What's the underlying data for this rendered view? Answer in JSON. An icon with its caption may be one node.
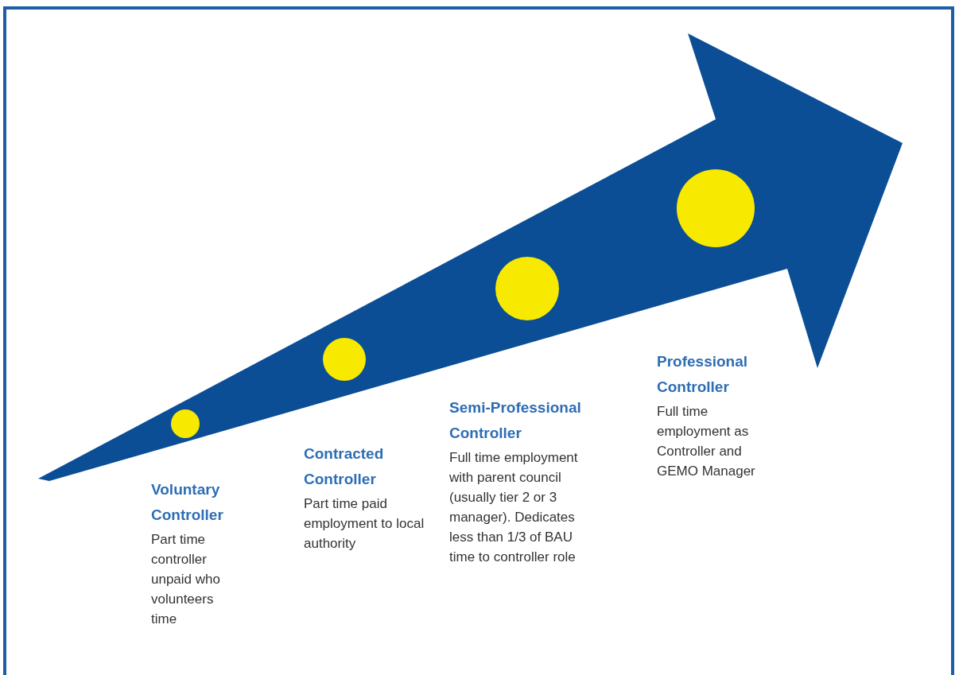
{
  "diagram": {
    "nodes": [
      {
        "text": [],
        "shape": "circle"
      },
      {
        "text": [],
        "shape": "circle"
      },
      {
        "text": [],
        "shape": "circle"
      },
      {
        "text": [],
        "shape": "circle"
      }
    ],
    "edges": [],
    "labels": [
      "Voluntary Controller",
      "Part time controller unpaid who volunteers time",
      "Contracted Controller",
      "Part time paid employment to local authority",
      "Semi-Professional Controller",
      "Full time employment with parent council (usually tier 2 or 3 manager). Dedicates less than 1/3 of BAU time to controller role",
      "Professional Controller",
      "Full time employment as Controller and GEMO Manager"
    ]
  }
}
